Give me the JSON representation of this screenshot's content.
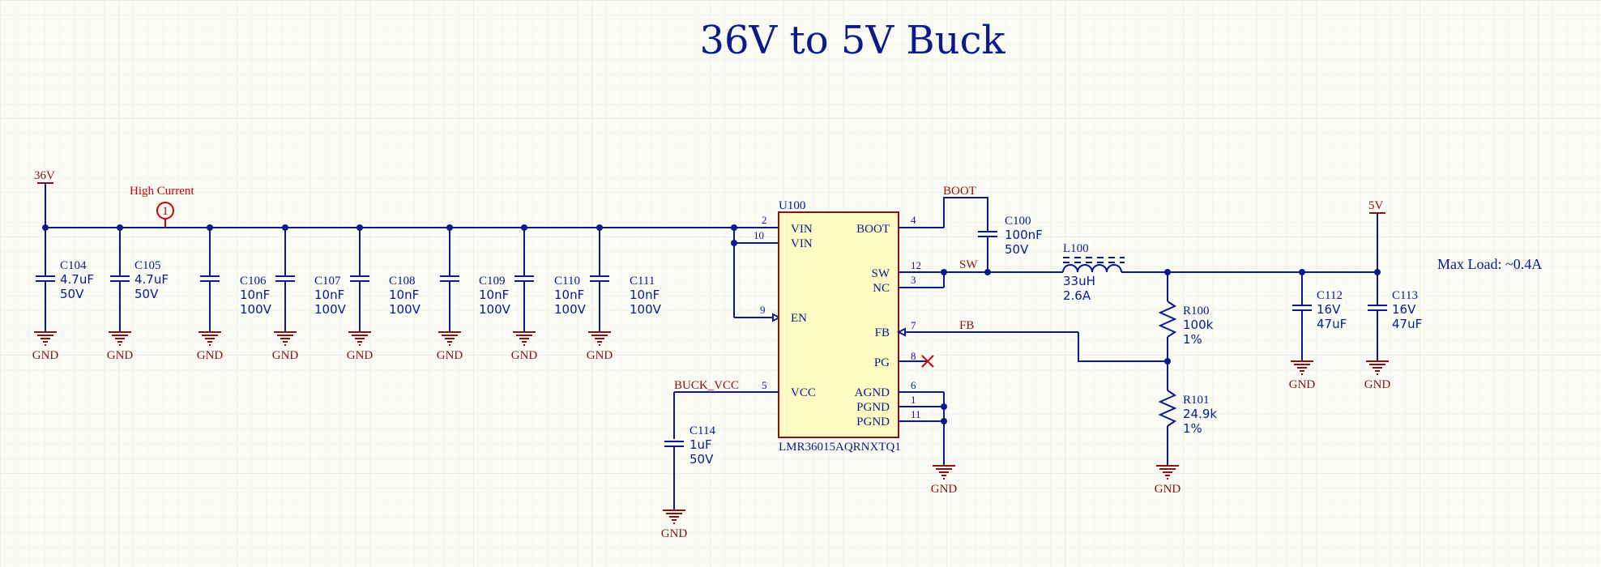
{
  "title": "36V to 5V Buck",
  "ic": {
    "designator": "U100",
    "part": "LMR36015AQRNXTQ1",
    "pins": [
      {
        "num": "2",
        "name": "VIN"
      },
      {
        "num": "10",
        "name": "VIN"
      },
      {
        "num": "9",
        "name": "EN"
      },
      {
        "num": "5",
        "name": "VCC"
      },
      {
        "num": "4",
        "name": "BOOT"
      },
      {
        "num": "12",
        "name": "SW"
      },
      {
        "num": "3",
        "name": "NC"
      },
      {
        "num": "7",
        "name": "FB"
      },
      {
        "num": "8",
        "name": "PG"
      },
      {
        "num": "6",
        "name": "AGND"
      },
      {
        "num": "1",
        "name": "PGND"
      },
      {
        "num": "11",
        "name": "PGND"
      }
    ]
  },
  "input_caps": [
    {
      "ref": "C104",
      "value": "4.7uF",
      "voltage": "50V"
    },
    {
      "ref": "C105",
      "value": "4.7uF",
      "voltage": "50V"
    },
    {
      "ref": "",
      "value": "",
      "voltage": ""
    },
    {
      "ref": "C106",
      "value": "10nF",
      "voltage": "100V"
    },
    {
      "ref": "C107",
      "value": "10nF",
      "voltage": "100V"
    },
    {
      "ref": "C108",
      "value": "10nF",
      "voltage": "100V"
    },
    {
      "ref": "C109",
      "value": "10nF",
      "voltage": "100V"
    },
    {
      "ref": "C110",
      "value": "10nF",
      "voltage": "100V"
    },
    {
      "ref": "C111",
      "value": "10nF",
      "voltage": "100V"
    }
  ],
  "boot_cap": {
    "ref": "C100",
    "value": "100nF",
    "voltage": "50V"
  },
  "vcc_cap": {
    "ref": "C114",
    "value": "1uF",
    "voltage": "50V"
  },
  "inductor": {
    "ref": "L100",
    "value": "33uH",
    "rating": "2.6A"
  },
  "r_top": {
    "ref": "R100",
    "value": "100k",
    "tol": "1%"
  },
  "r_bot": {
    "ref": "R101",
    "value": "24.9k",
    "tol": "1%"
  },
  "output_caps": [
    {
      "ref": "C112",
      "voltage": "16V",
      "value": "47uF"
    },
    {
      "ref": "C113",
      "voltage": "16V",
      "value": "47uF"
    }
  ],
  "nets": {
    "vin": "36V",
    "vout": "5V",
    "boot": "BOOT",
    "sw": "SW",
    "fb": "FB",
    "buck_vcc": "BUCK_VCC",
    "gnd": "GND"
  },
  "notes": {
    "high_current": "High Current",
    "high_current_marker": "1",
    "max_load": "Max Load: ~0.4A"
  }
}
